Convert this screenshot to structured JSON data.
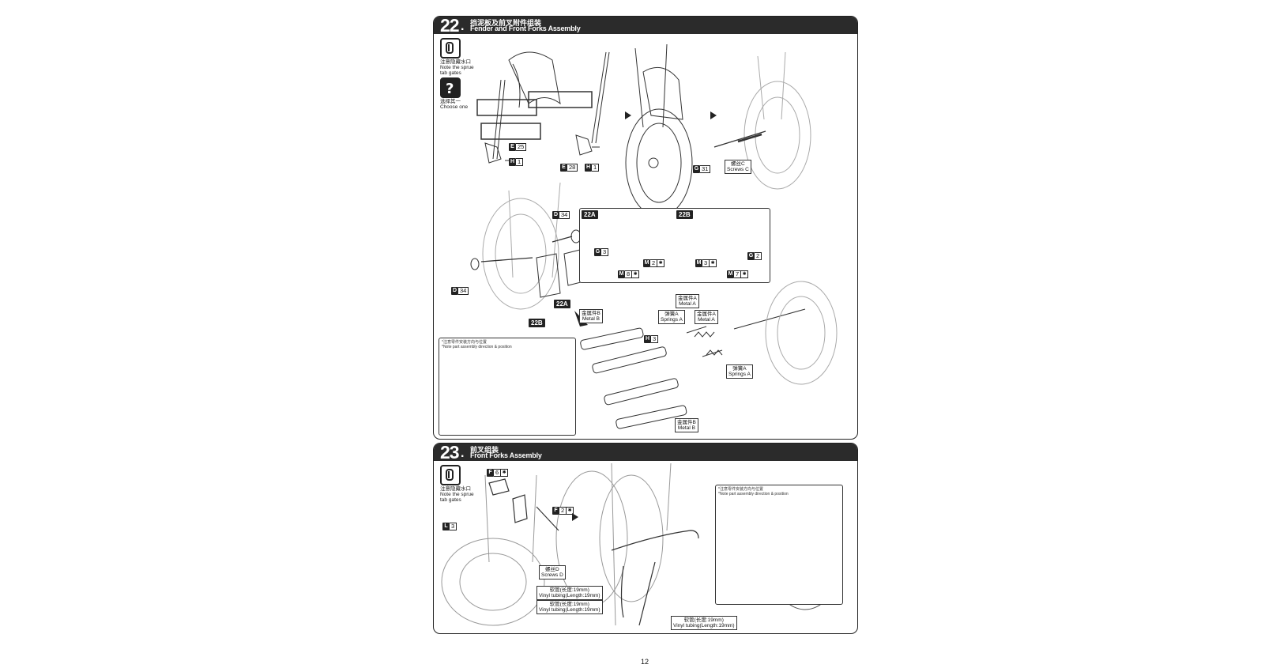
{
  "page_number": "12",
  "step22": {
    "number": "22",
    "dot": ".",
    "title_cn": "挡泥板及前叉附件组装",
    "title_en": "Fender and Front Forks Assembly",
    "notes": [
      {
        "icon": "sprue-gate-icon",
        "cn": "注意隐藏水口",
        "en1": "Note the sprue",
        "en2": "tab gates"
      },
      {
        "icon": "question-icon",
        "cn": "选择其一",
        "en1": "Choose one",
        "en2": ""
      }
    ],
    "tags": [
      {
        "letter": "E",
        "num": "25"
      },
      {
        "letter": "H",
        "num": "1"
      },
      {
        "letter": "E",
        "num": "28"
      },
      {
        "letter": "H",
        "num": "1"
      },
      {
        "letter": "G",
        "num": "31"
      },
      {
        "letter": "D",
        "num": "34"
      },
      {
        "letter": "D",
        "num": "34"
      },
      {
        "letter": "G",
        "num": "3"
      },
      {
        "letter": "M",
        "num": "2"
      },
      {
        "letter": "M",
        "num": "8"
      },
      {
        "letter": "M",
        "num": "3"
      },
      {
        "letter": "G",
        "num": "2"
      },
      {
        "letter": "M",
        "num": "7"
      },
      {
        "letter": "H",
        "num": "3"
      },
      {
        "letter": "H",
        "num": "3"
      }
    ],
    "labels": {
      "screws_c_cn": "螺丝C",
      "screws_c_en": "Screws C",
      "metal_b_cn": "金属件B",
      "metal_b_en": "Metal B",
      "metal_a_cn": "金属件A",
      "metal_a_en": "Metal A",
      "springs_a_cn": "弹簧A",
      "springs_a_en": "Springs A"
    },
    "option_tags": [
      "22A",
      "22B",
      "22A",
      "22B"
    ],
    "sub_note_cn": "*注意零件安装方向与位置",
    "sub_note_en": "*Note part assembly direction & position"
  },
  "step23": {
    "number": "23",
    "dot": ".",
    "title_cn": "前叉组装",
    "title_en": "Front Forks Assembly",
    "note": {
      "cn": "注意隐藏水口",
      "en1": "Note the sprue",
      "en2": "tab gates"
    },
    "tags": [
      {
        "letter": "F",
        "num": "6"
      },
      {
        "letter": "F",
        "num": "2"
      },
      {
        "letter": "L",
        "num": "3"
      }
    ],
    "labels": {
      "screws_d_cn": "螺丝D",
      "screws_d_en": "Screws D",
      "tubing_cn": "软管(长度:19mm)",
      "tubing_en": "Vinyl tubing(Length:19mm)"
    },
    "sub_note_cn": "*注意零件安装方向与位置",
    "sub_note_en": "*Note part assembly direction & position"
  },
  "colors": {
    "header": "#2b2b2b",
    "line": "#222222"
  }
}
